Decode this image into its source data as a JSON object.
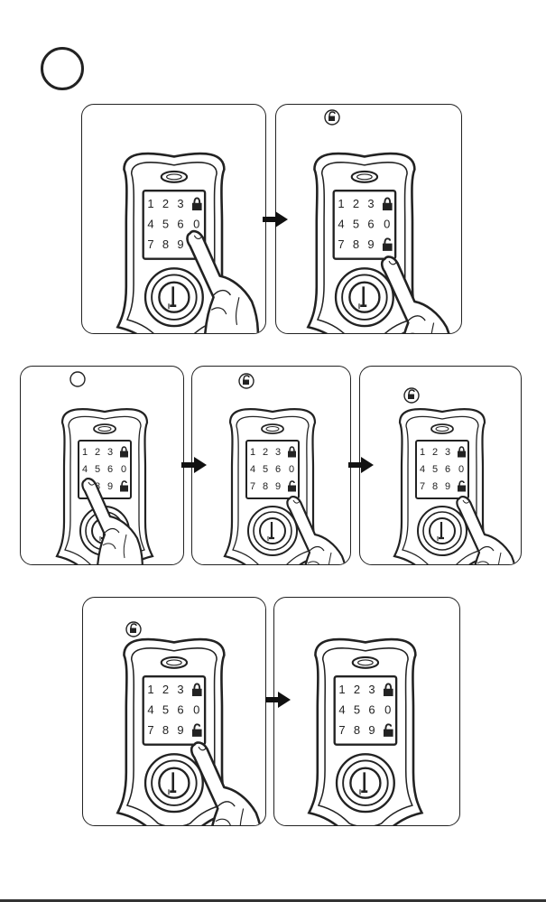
{
  "keypad": {
    "rows": [
      [
        "1",
        "2",
        "3",
        "lock-icon"
      ],
      [
        "4",
        "5",
        "6",
        "0"
      ],
      [
        "7",
        "8",
        "9",
        "unlock-icon"
      ]
    ]
  },
  "colors": {
    "line": "#222222",
    "background": "#ffffff"
  },
  "icons": {
    "lock": "🔒",
    "unlock": "🔓"
  }
}
